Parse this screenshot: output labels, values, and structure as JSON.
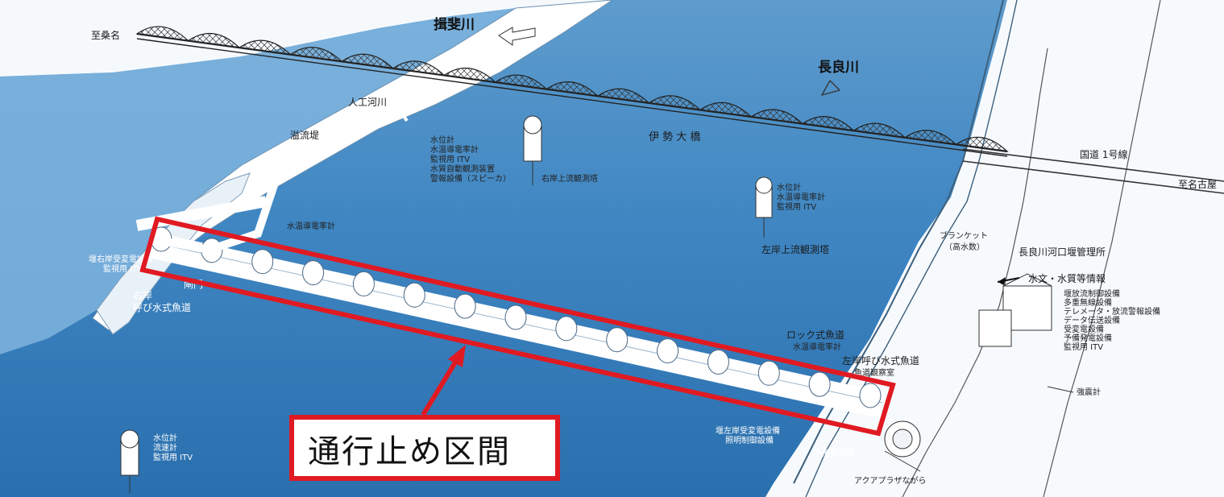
{
  "map": {
    "rivers": {
      "ibi": "揖斐川",
      "nagara": "長良川"
    },
    "bridge": {
      "name": "伊 勢 大 橋"
    },
    "roads": {
      "route1": "国道 1号線",
      "to_nagoya": "至名古屋",
      "to_kuwana": "至桑名"
    },
    "callout": {
      "text": "通行止め区間",
      "color": "#e01a22"
    },
    "colors": {
      "water_dark": "#2f78b7",
      "water_light": "#a9cdea",
      "land": "#f4f8fb",
      "structure": "#ffffff"
    },
    "labels": {
      "artificial_river": "人工河川",
      "overflow_bank": "溢流堤",
      "right_upstream_items": [
        "水位計",
        "水温導電率計",
        "監視用 ITV",
        "水質自動観測装置",
        "警報設備（スピーカ）"
      ],
      "right_upstream_tower": "右岸上流観測塔",
      "left_upstream_items": [
        "水位計",
        "水温導電率計",
        "監視用 ITV"
      ],
      "left_upstream_tower": "左岸上流観測塔",
      "blanket_1": "ブランケット",
      "blanket_2": "（高水数）",
      "office": "長良川河口堰管理所",
      "hydro_info": "水文・水質等情報",
      "office_items": [
        "堰放流制御設備",
        "多重無線設備",
        "テレメータ・放流警報設備",
        "データ伝送設備",
        "受変電設備",
        "予備発電設備",
        "監視用 ITV"
      ],
      "seismometer": "強震計",
      "lock_fishway": "ロック式魚道",
      "lock_fishway_sub": "水温導電率計",
      "left_fishway": "左岸呼び水式魚道",
      "left_fishway_sub": "魚道観察室",
      "right_bank": "右岸",
      "right_fishway": "呼び水式魚道",
      "water_temp": "水温導電率計",
      "right_substation": "堰右岸受変電設備",
      "right_itv": "監視用 ITV",
      "gate": "閘門",
      "downstream_items": [
        "水位計",
        "流速計",
        "監視用 ITV"
      ],
      "aqua_plaza": "アクアプラザながら",
      "left_substation": "堰左岸受変電設備",
      "lighting": "照明制御設備",
      "standby_gen": "予備発電機"
    }
  }
}
